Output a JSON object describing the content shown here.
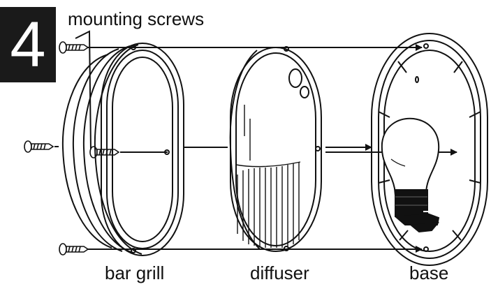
{
  "step": {
    "number": "4"
  },
  "labels": {
    "mounting_screws": "mounting screws",
    "bar_grill": "bar grill",
    "diffuser": "diffuser",
    "base": "base"
  },
  "colors": {
    "ink": "#111111",
    "badge": "#1a1a1a",
    "background": "#ffffff",
    "bulb_base": "#111111"
  }
}
